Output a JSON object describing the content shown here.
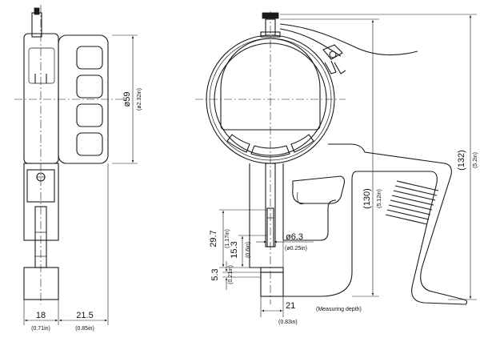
{
  "dimensions": {
    "dial_diameter": {
      "value": "ø59",
      "sub": "(ø2.32in)"
    },
    "overall_height": {
      "value": "(132)",
      "sub": "(5.2in)"
    },
    "frame_height": {
      "value": "(130)",
      "sub": "(5.12in)"
    },
    "tip_height": {
      "value": "29.7",
      "sub": "(1.17in)"
    },
    "spindle_length": {
      "value": "15.3",
      "sub": "(0.6in)"
    },
    "spindle_diameter": {
      "value": "ø6.3",
      "sub": "(ø0.25in)"
    },
    "anvil_height": {
      "value": "5.3",
      "sub": "(0.21in)"
    },
    "measuring_depth": {
      "value": "21",
      "sub": "(0.83in)",
      "note": "(Measuring depth)"
    },
    "side_thickness": {
      "value": "18",
      "sub": "(0.71in)"
    },
    "side_depth": {
      "value": "21.5",
      "sub": "(0.85in)"
    }
  }
}
